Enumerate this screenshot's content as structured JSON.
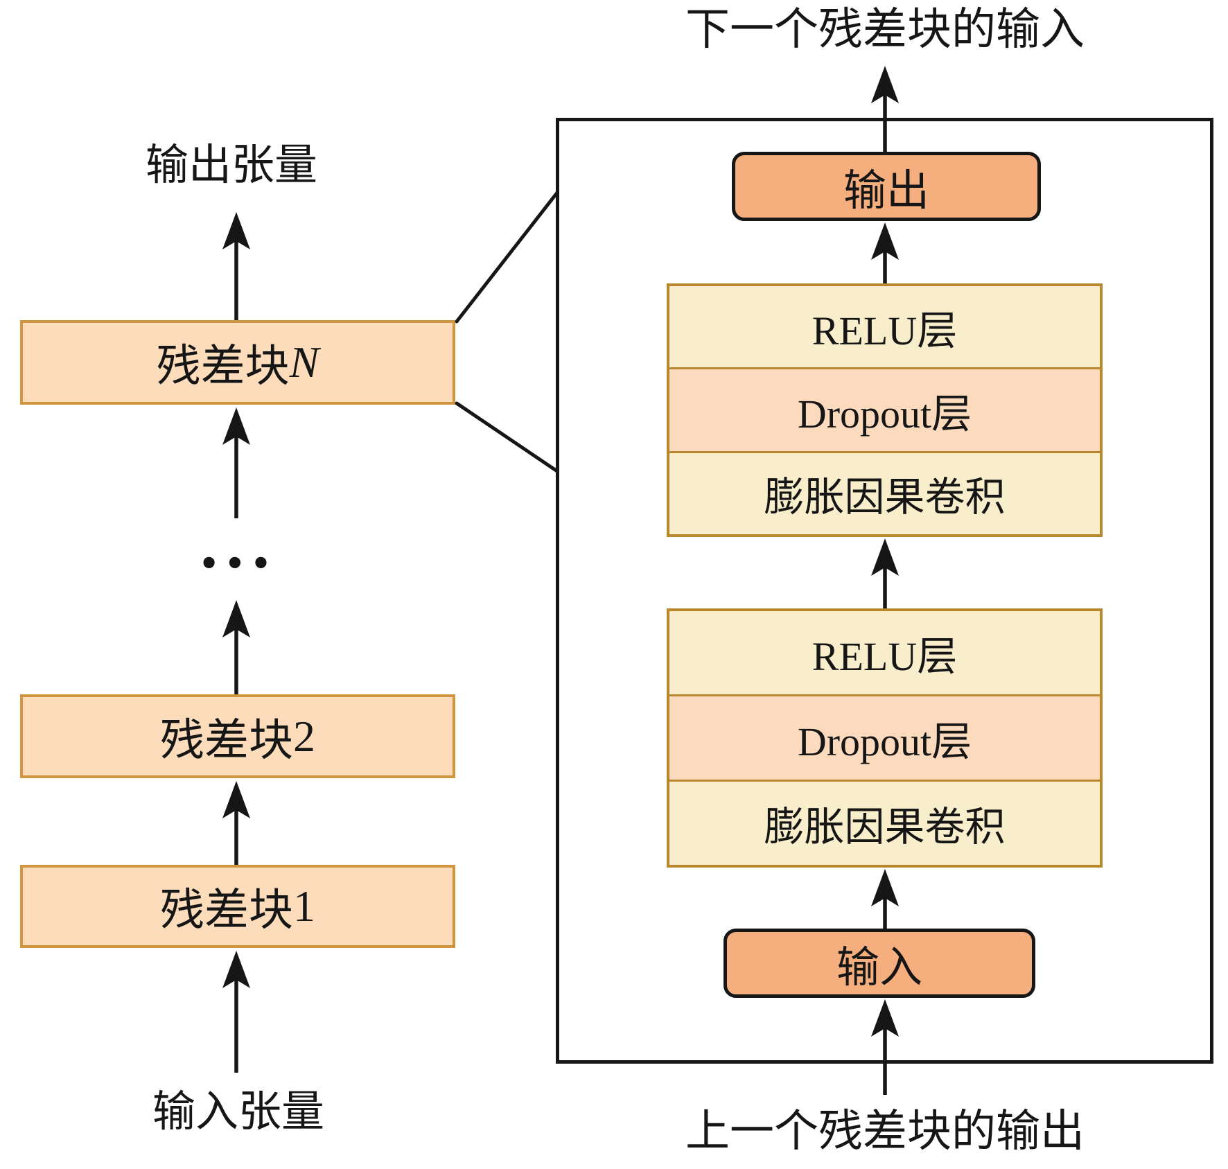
{
  "left_column": {
    "output_tensor_label": "输出张量",
    "input_tensor_label": "输入张量",
    "ellipsis": "•••",
    "blocks": [
      {
        "label": "残差块",
        "suffix": "N"
      },
      {
        "label": "残差块",
        "suffix": "2"
      },
      {
        "label": "残差块",
        "suffix": "1"
      }
    ]
  },
  "residual_detail": {
    "next_block_input_label": "下一个残差块的输入",
    "prev_block_output_label": "上一个残差块的输出",
    "output_box_label": "输出",
    "input_box_label": "输入",
    "upper_stack": {
      "layers": [
        "RELU层",
        "Dropout层",
        "膨胀因果卷积"
      ]
    },
    "lower_stack": {
      "layers": [
        "RELU层",
        "Dropout层",
        "膨胀因果卷积"
      ]
    }
  },
  "colors": {
    "residual_block_fill": "#fcdcbb",
    "residual_block_border": "#d0953d",
    "io_box_fill": "#f5ae7d",
    "layer_cream_fill": "#f9eecb",
    "dropout_peach_fill": "#fbdabe",
    "stack_border": "#b8872e",
    "line_color": "#161616"
  }
}
